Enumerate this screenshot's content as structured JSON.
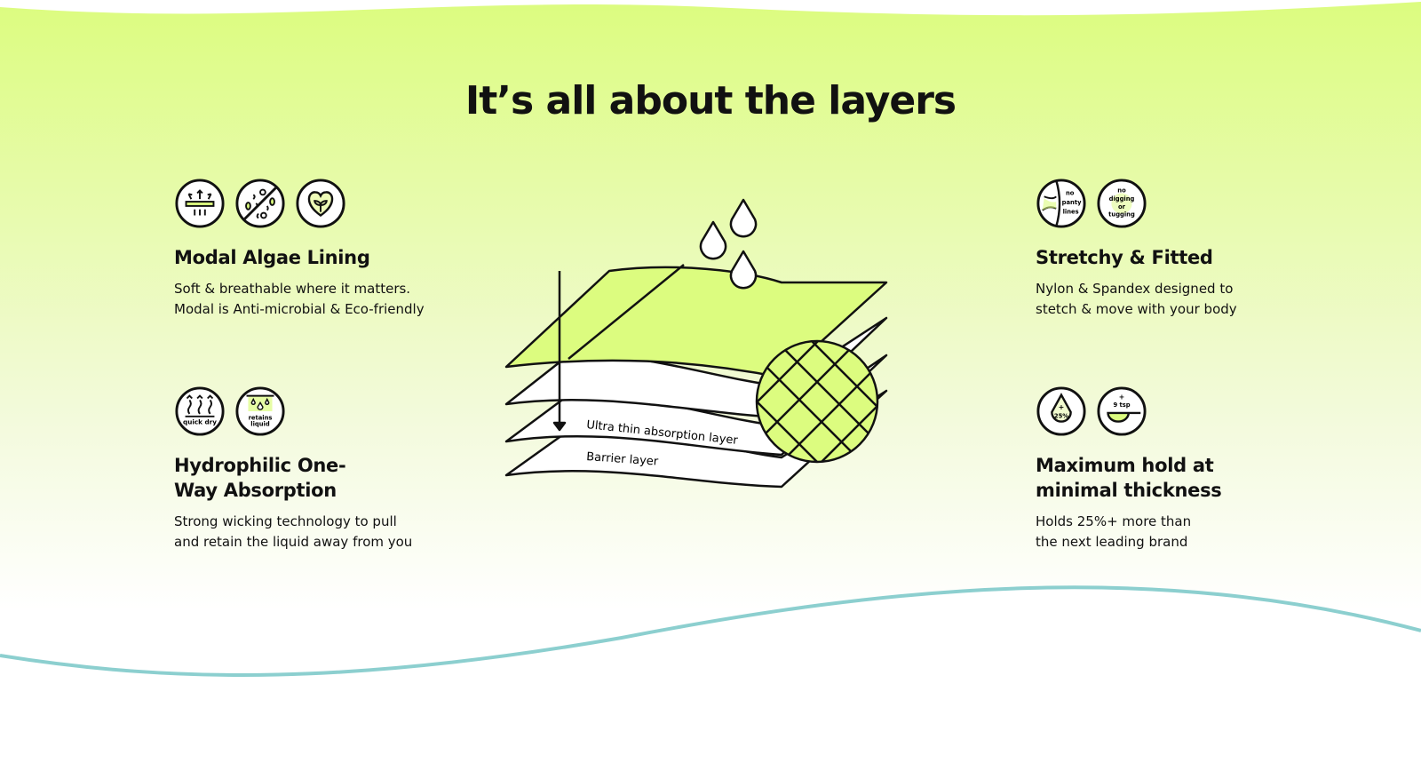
{
  "title": "It’s all about the layers",
  "colors": {
    "lime": "#dcfc7f",
    "teal": "#8ccfcf",
    "ink": "#111111"
  },
  "features": [
    {
      "heading": "Modal Algae Lining",
      "lines": [
        "Soft & breathable where it matters.",
        "Modal is Anti-microbial & Eco-friendly"
      ],
      "icons": [
        "breathable-icon",
        "anti-microbial-icon",
        "eco-heart-icon"
      ]
    },
    {
      "heading": "Hydrophilic One-Way Absorption",
      "heading_lines": [
        "Hydrophilic One-",
        "Way Absorption"
      ],
      "lines": [
        "Strong wicking technology to pull",
        "and retain the liquid away from you"
      ],
      "icons": [
        "quick-dry-icon",
        "retains-liquid-icon"
      ],
      "icon_labels": [
        "quick dry",
        "retains",
        "liquid"
      ]
    },
    {
      "heading": "Stretchy & Fitted",
      "lines": [
        "Nylon & Spandex designed to",
        "stetch & move with your body"
      ],
      "icons": [
        "no-panty-lines-icon",
        "no-digging-icon"
      ],
      "icon_labels": [
        "no",
        "panty",
        "lines",
        "no",
        "digging",
        "or",
        "tugging"
      ]
    },
    {
      "heading": "Maximum hold at minimal thickness",
      "heading_lines": [
        "Maximum hold at",
        "minimal thickness"
      ],
      "lines": [
        "Holds 25%+ more than",
        "the next leading brand"
      ],
      "icons": [
        "percent-drop-icon",
        "teaspoon-icon"
      ],
      "icon_labels": [
        "+",
        "25%",
        "+",
        "9 tsp"
      ]
    }
  ],
  "diagram": {
    "layer1": "Ultra thin absorption layer",
    "layer2": "Barrier layer"
  }
}
